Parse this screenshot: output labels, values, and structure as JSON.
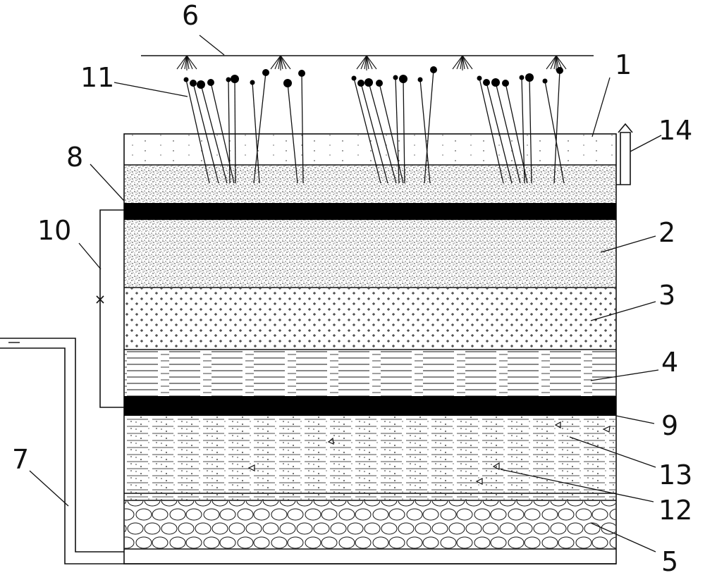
{
  "labels": {
    "l1": "1",
    "l2": "2",
    "l3": "3",
    "l4": "4",
    "l5": "5",
    "l6": "6",
    "l7": "7",
    "l8": "8",
    "l9": "9",
    "l10": "10",
    "l11": "11",
    "l12": "12",
    "l13": "13",
    "l14": "14"
  },
  "colors": {
    "ink": "#111111",
    "barrier": "#000000",
    "background": "#ffffff"
  }
}
